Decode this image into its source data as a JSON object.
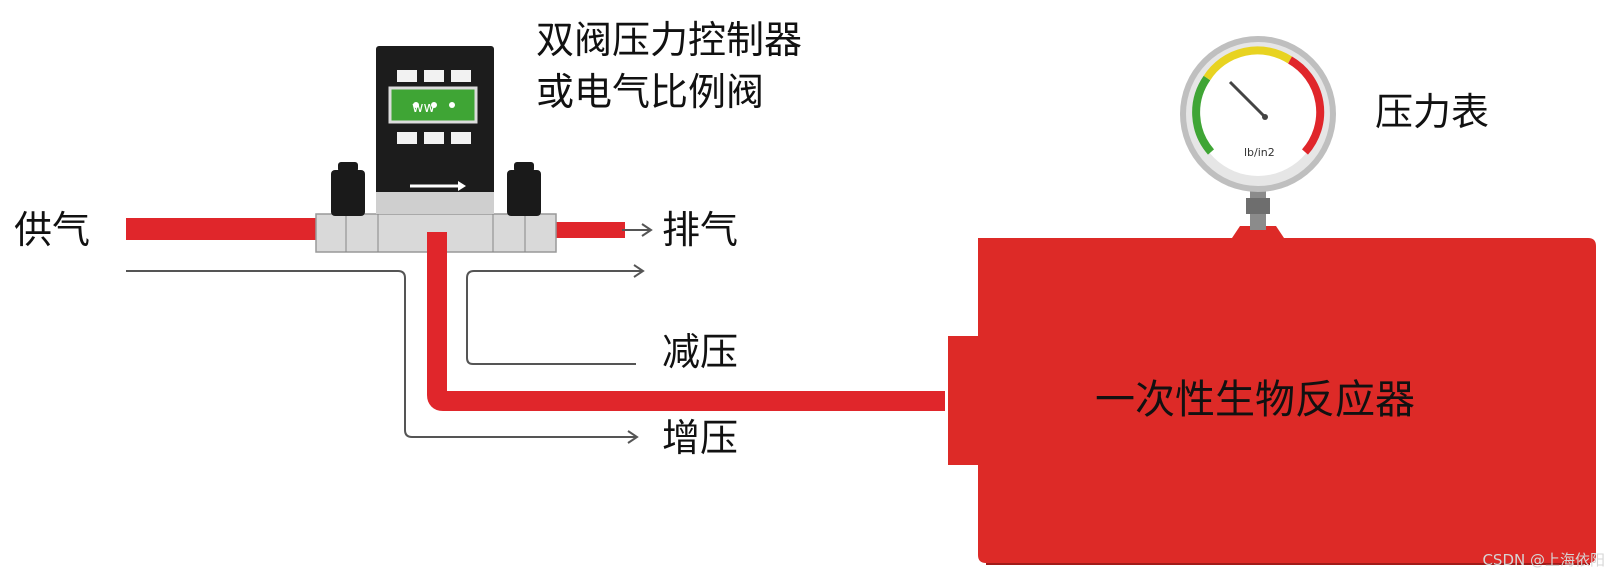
{
  "labels": {
    "controller_line1": "双阀压力控制器",
    "controller_line2": "或电气比例阀",
    "gauge": "压力表",
    "supply": "供气",
    "exhaust": "排气",
    "decompress": "减压",
    "pressurize": "增压",
    "reactor": "一次性生物反应器",
    "gauge_unit": "lb/in2"
  },
  "watermark": "CSDN @上海依阳",
  "colors": {
    "pipe_red": "#e0262b",
    "reactor_red": "#dd2a27",
    "controller_body": "#1c1c1c",
    "display_green": "#3fa535",
    "manifold_grey": "#d9d9d9",
    "arrow_grey": "#555555"
  },
  "icons": {
    "controller": "valve-controller-icon",
    "gauge": "pressure-gauge-icon",
    "arrow": "arrow-right-icon"
  }
}
